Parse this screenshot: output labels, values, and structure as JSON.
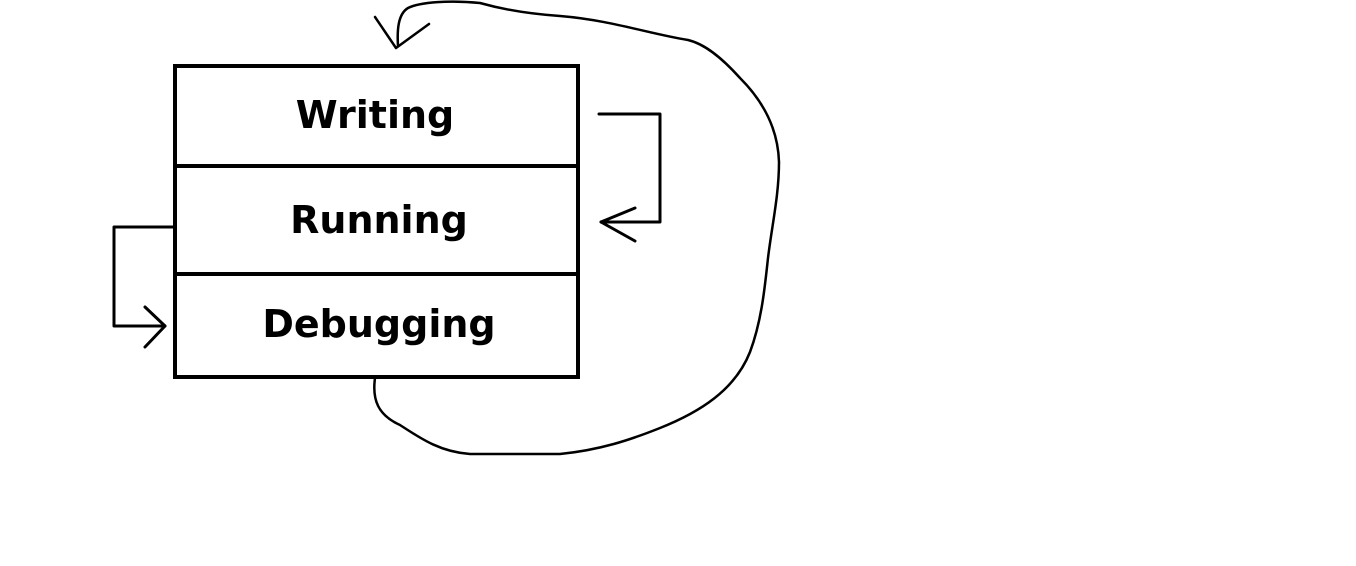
{
  "diagram": {
    "stages": [
      {
        "label": "Writing"
      },
      {
        "label": "Running"
      },
      {
        "label": "Debugging"
      }
    ],
    "connections": [
      {
        "from": "Writing",
        "to": "Running",
        "style": "right-angle arrow"
      },
      {
        "from": "Running",
        "to": "Debugging",
        "style": "right-angle arrow"
      },
      {
        "from": "Debugging",
        "to": "Writing",
        "style": "freehand loop arrow"
      }
    ],
    "colors": {
      "stroke": "#000000",
      "background": "#ffffff"
    }
  }
}
